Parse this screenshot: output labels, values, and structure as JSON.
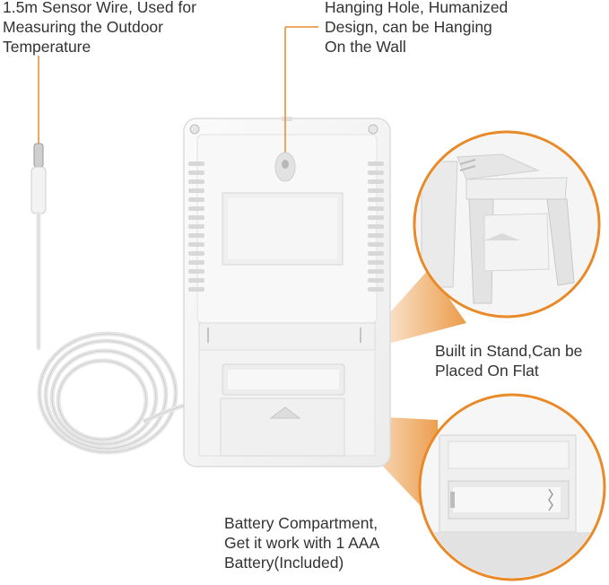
{
  "callouts": {
    "sensor_wire": "1.5m Sensor Wire, Used for\nMeasuring the Outdoor\nTemperature",
    "hanging_hole": "Hanging Hole, Humanized\nDesign, can be Hanging\nOn the Wall",
    "stand": "Built in Stand,Can be\nPlaced On Flat",
    "battery": "Battery Compartment,\nGet it work with 1 AAA\nBattery(Included)"
  },
  "colors": {
    "accent": "#e88a2a",
    "device_body": "#f4f4f4",
    "device_edge": "#d9d9d9",
    "background": "#ffffff"
  }
}
